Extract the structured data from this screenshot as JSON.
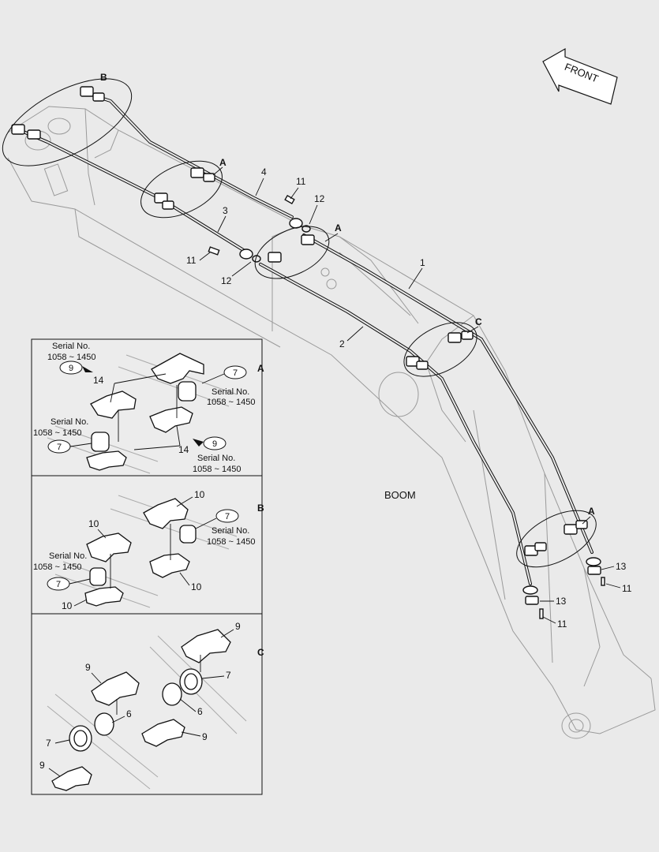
{
  "front_label": "FRONT",
  "boom_label": "BOOM",
  "callouts": {
    "c1": "1",
    "c2": "2",
    "c3": "3",
    "c4": "4",
    "c11a": "11",
    "c11b": "11",
    "c11c": "11",
    "c11d": "11",
    "c12a": "12",
    "c12b": "12",
    "c13a": "13",
    "c13b": "13"
  },
  "zones": {
    "b_top": "B",
    "a_upper": "A",
    "a_mid": "A",
    "c_mid": "C",
    "a_lower": "A"
  },
  "detail_a": {
    "letter": "A",
    "serial_1": "Serial No.",
    "range_1": "1058 ~ 1450",
    "ref_1": "9",
    "part_14a": "14",
    "ref_7a": "7",
    "serial_2": "Serial No.",
    "range_2": "1058 ~ 1450",
    "serial_3": "Serial No.",
    "range_3": "1058 ~ 1450",
    "ref_7b": "7",
    "part_14b": "14",
    "ref_9b": "9",
    "serial_4": "Serial No.",
    "range_4": "1058 ~ 1450"
  },
  "detail_b": {
    "letter": "B",
    "part_10a": "10",
    "part_10b": "10",
    "ref_7a": "7",
    "serial_1": "Serial No.",
    "range_1": "1058 ~ 1450",
    "serial_2": "Serial No.",
    "range_2": "1058 ~ 1450",
    "ref_7b": "7",
    "part_10c": "10",
    "part_10d": "10"
  },
  "detail_c": {
    "letter": "C",
    "part_9a": "9",
    "part_9b": "9",
    "part_7a": "7",
    "part_6a": "6",
    "part_6b": "6",
    "part_9c": "9",
    "part_7b": "7",
    "part_9d": "9"
  }
}
